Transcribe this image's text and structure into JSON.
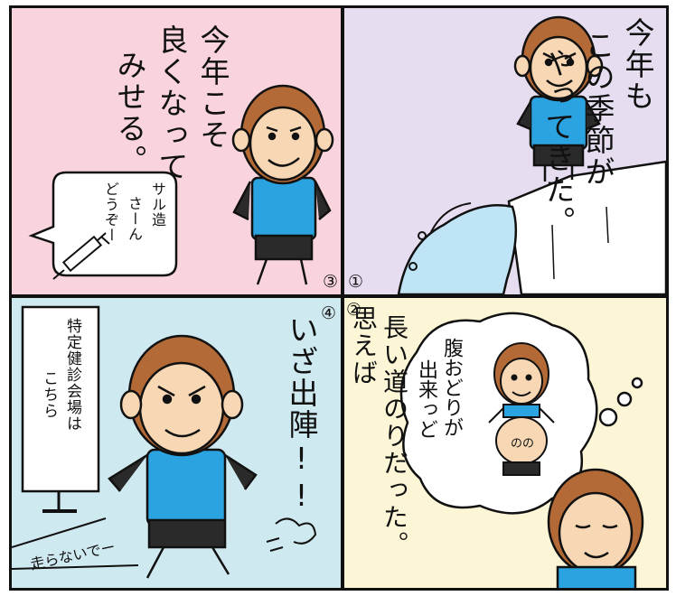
{
  "panels": {
    "p1": {
      "number": "①",
      "lines": [
        "今年も",
        "この季節が",
        "やってきた。"
      ]
    },
    "p2": {
      "number": "②",
      "lines": [
        "思えば",
        "長い道のりだった。"
      ],
      "thought_lines": [
        "腹おどりが",
        "出来っど"
      ],
      "belly_marks": "のの"
    },
    "p3": {
      "number": "③",
      "lines": [
        "今年こそ",
        "良くなって",
        "みせる。"
      ],
      "bubble_lines": [
        "サル造",
        "さーん",
        "どうぞー"
      ]
    },
    "p4": {
      "number": "④",
      "lines": [
        "いざ出陣!!"
      ],
      "sign_lines": [
        "特定健診会場は",
        "こちら"
      ],
      "floor_text": "走らないでー"
    }
  },
  "colors": {
    "p1_bg": "#e6def0",
    "p2_bg": "#fcf6d6",
    "p3_bg": "#f9d4dc",
    "p4_bg": "#cfe9f0",
    "skin": "#f7d7b4",
    "hair": "#b36a36",
    "shirt": "#2aa3e0",
    "outline": "#111111"
  }
}
